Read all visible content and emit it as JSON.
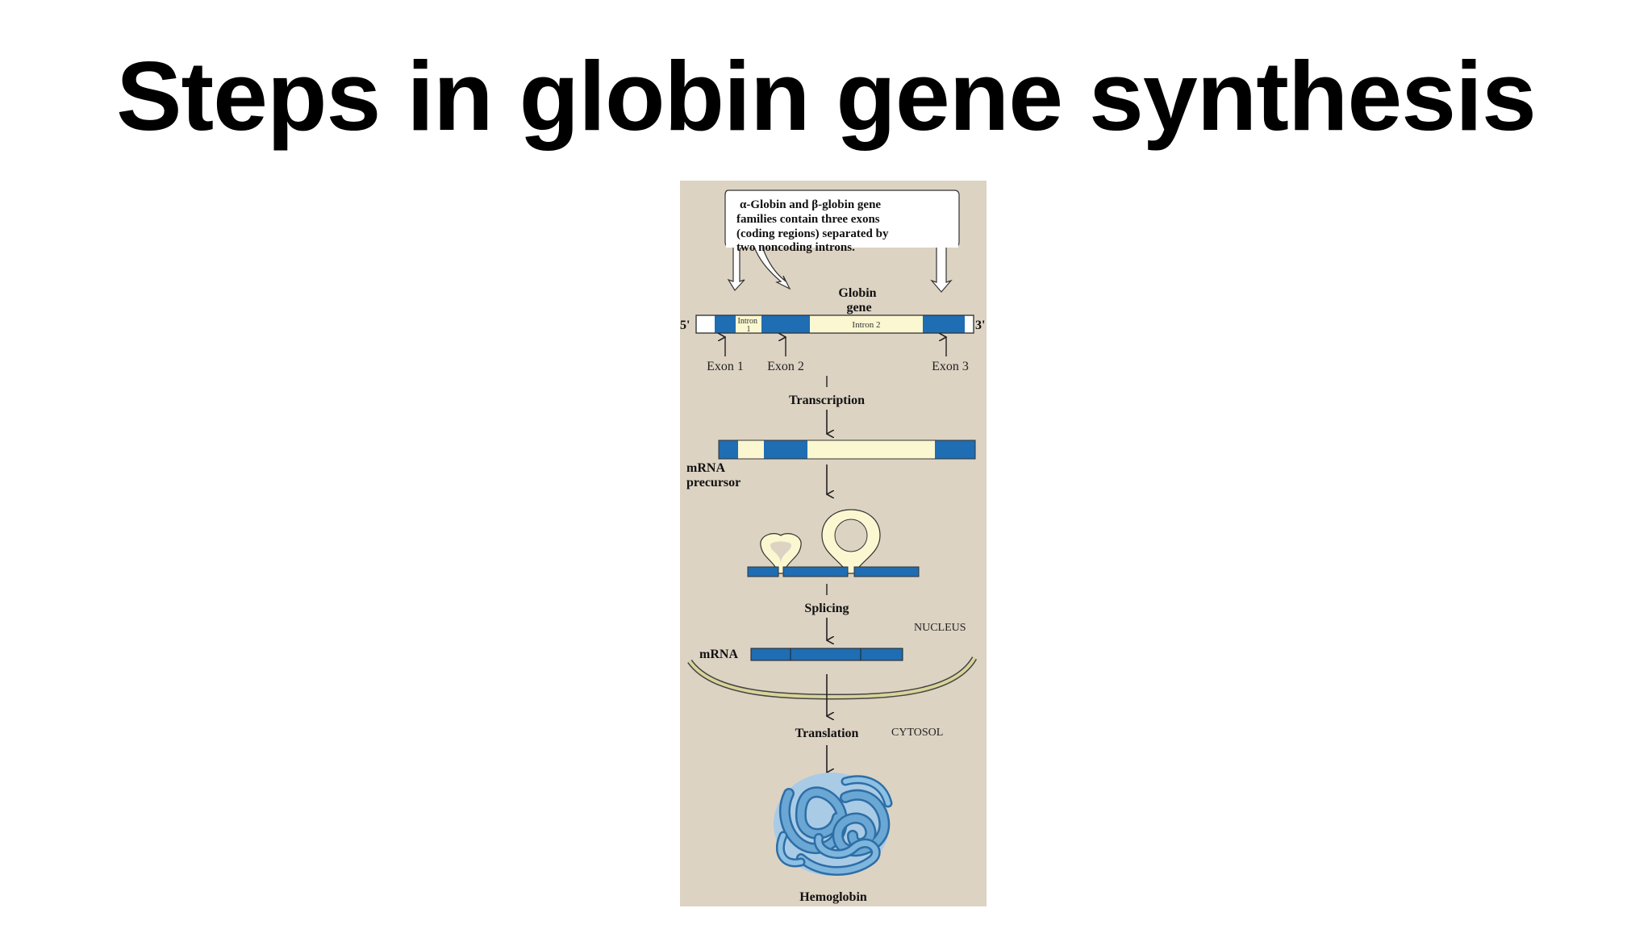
{
  "slide": {
    "title": "Steps in globin gene synthesis"
  },
  "figure": {
    "callout": [
      "α-Globin and β-globin gene",
      "families contain three exons",
      "(coding regions) separated by",
      "two noncoding introns."
    ],
    "gene_label": [
      "Globin",
      "gene"
    ],
    "five_prime": "5'",
    "three_prime": "3'",
    "intron1_label": [
      "Intron",
      "1"
    ],
    "intron2_label": "Intron 2",
    "exon1_label": "Exon 1",
    "exon2_label": "Exon 2",
    "exon3_label": "Exon 3",
    "transcription_label": "Transcription",
    "mrna_precursor_label": [
      "mRNA",
      "precursor"
    ],
    "splicing_label": "Splicing",
    "nucleus_label": "NUCLEUS",
    "mrna_label": "mRNA",
    "translation_label": "Translation",
    "cytosol_label": "CYTOSOL",
    "hemoglobin_label": "Hemoglobin",
    "colors": {
      "background": "#ddd3c3",
      "exon": "#1f6db3",
      "intron": "#fbf7d0",
      "membrane": "#d8d49a",
      "protein": "#6aa7d4"
    }
  }
}
